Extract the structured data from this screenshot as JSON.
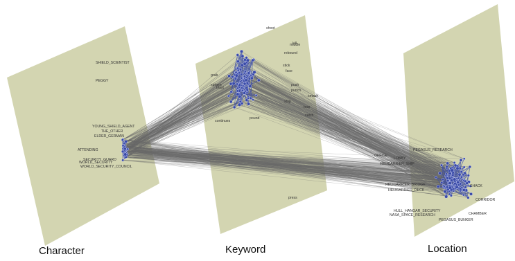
{
  "planes": [
    {
      "id": "character",
      "label": "Character",
      "node_labels": [
        "SHIELD_SCIENTIST",
        "PEGGY",
        "YOUNG_SHIELD_AGENT",
        "THE_OTHER",
        "ELDER_GERMAN",
        "ATTENDING",
        "SECURITY_GUARD",
        "WORLD_SECURITY",
        "WORLD_SECURITY_COUNCIL"
      ]
    },
    {
      "id": "keyword",
      "label": "Keyword",
      "node_labels": [
        "shoot",
        "rebound",
        "kill",
        "middle",
        "stick",
        "face",
        "grab",
        "sphere",
        "blast",
        "push",
        "punch",
        "smash",
        "toss",
        "stop",
        "continues",
        "pound",
        "catch",
        "press"
      ]
    },
    {
      "id": "location",
      "label": "Location",
      "node_labels": [
        "PEGASUS_RESEARCH",
        "OFFICE",
        "LOBBY",
        "HELICARRIER_SHIP",
        "HELICARRIER_BRIDGE",
        "SHACK",
        "HELICARRIER_DECK",
        "CORRIDOR",
        "HULL_HANGAR_SECURITY",
        "NASA_SPACE_RESEARCH",
        "PEGASUS_BUNKER",
        "CHAMBER"
      ]
    }
  ],
  "colors": {
    "plane_fill": "#d3d5b1",
    "node": "#3a4ba8",
    "edge": "#6a6a6a",
    "node_text": "#333333"
  }
}
